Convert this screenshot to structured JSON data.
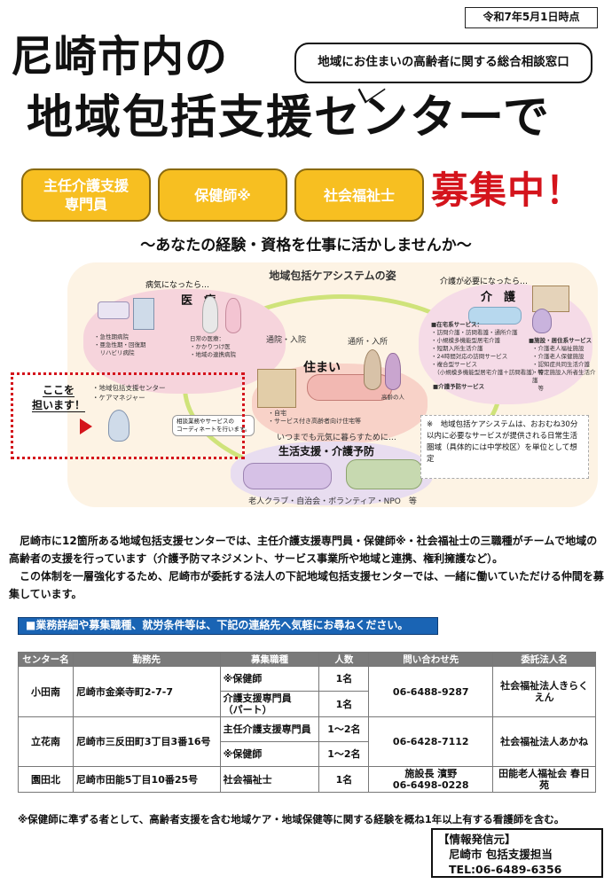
{
  "date_label": "令和7年5月1日時点",
  "title_line1": "尼崎市内の",
  "title_line2": "地域包括支援センターで",
  "bubble_text": "地域にお住まいの高齢者に関する総合相談窓口",
  "roles": [
    {
      "label": "主任介護支援\n専門員"
    },
    {
      "label": "保健師※"
    },
    {
      "label": "社会福祉士"
    }
  ],
  "recruiting": "募集中！",
  "subtitle": "～あなたの経験・資格を仕事に活かしませんか～",
  "care": {
    "title": "地域包括ケアシステムの姿",
    "iryo_caption": "病気になったら…",
    "iryo_head": "医　療",
    "iryo_hospitals": "・急性期病院\n・亜急性期・回復期\n　リハビリ病院",
    "iryo_clinics": "日常の医療：\n・かかりつけ医\n・地域の連携病院",
    "kaigo_caption": "介護が必要になったら…",
    "kaigo_head": "介　護",
    "kaigo_home_title": "■在宅系サービス：",
    "kaigo_home_items": "・訪問介護・訪問看護・通所介護\n・小規模多機能型居宅介護\n・短期入所生活介護\n・24時間対応の訪問サービス\n・複合型サービス\n　（小規模多機能型居宅介護＋訪問看護）等",
    "kaigo_prevent": "■介護予防サービス",
    "kaigo_facility_title": "■施設・居住系サービス",
    "kaigo_facility_items": "・介護老人福祉施設\n・介護老人保健施設\n・認知症共同生活介護\n・特定施設入所者生活介護\n　等",
    "tsuin_left": "通院・入院",
    "tsuin_right": "通所・入所",
    "sumai_head": "住まい",
    "sumai_items": "・自宅\n・サービス付き高齢者向け住宅等",
    "sumai_person": "高齢の人",
    "center_label": "・地域包括支援センター\n・ケアマネジャー",
    "center_callout": "相談業務やサービスの\nコーディネートを行います。",
    "genki": "いつまでも元気に暮らすために…",
    "seikatsu_head": "生活支援・介護予防",
    "bottom": "老人クラブ・自治会・ボランティア・NPO　等",
    "note": "※　地域包括ケアシステムは、おおむね30分以内に必要なサービスが提供される日常生活圏域（具体的には中学校区）を単位として想定"
  },
  "here_text": "ここを\n担います！",
  "body_para1": "尼崎市に12箇所ある地域包括支援センターでは、主任介護支援専門員・保健師※・社会福祉士の三職種がチームで地域の高齢者の支援を行っています（介護予防マネジメント、サービス事業所や地域と連携、権利擁護など）。",
  "body_para2": "この体制を一層強化するため、尼崎市が委託する法人の下記地域包括支援センターでは、一緒に働いていただける仲間を募集しています。",
  "banner": "■業務詳細や募集職種、就労条件等は、下記の連絡先へ気軽にお尋ねください。",
  "table": {
    "headers": [
      "センター名",
      "勤務先",
      "募集職種",
      "人数",
      "問い合わせ先",
      "委託法人名"
    ],
    "oda": {
      "center": "小田南",
      "address": "尼崎市金楽寺町2-7-7",
      "role1": "※保健師",
      "num1": "1名",
      "role2": "介護支援専門員\n（パート）",
      "num2": "1名",
      "phone": "06-6488-9287",
      "corp": "社会福祉法人きらくえん"
    },
    "tachi": {
      "center": "立花南",
      "address": "尼崎市三反田町3丁目3番16号",
      "role1": "主任介護支援専門員",
      "num1": "1～2名",
      "role2": "※保健師",
      "num2": "1～2名",
      "phone": "06-6428-7112",
      "corp": "社会福祉法人あかね"
    },
    "sono": {
      "center": "園田北",
      "address": "尼崎市田能5丁目10番25号",
      "role": "社会福祉士",
      "num": "1名",
      "contact_name": "施設長 濱野",
      "phone": "06-6498-0228",
      "corp": "田能老人福祉会 春日苑"
    }
  },
  "footnote": "※保健師に準ずる者として、高齢者支援を含む地域ケア・地域保健等に関する経験を概ね1年以上有する看護師を含む。",
  "info": {
    "title": "【情報発信元】",
    "dept": "尼崎市 包括支援担当",
    "tel": "TEL:06-6489-6356"
  },
  "colors": {
    "role_fill": "#f7bf21",
    "accent_red": "#d4141c",
    "banner_blue": "#1a64b4",
    "table_header": "#7a7a7a"
  }
}
